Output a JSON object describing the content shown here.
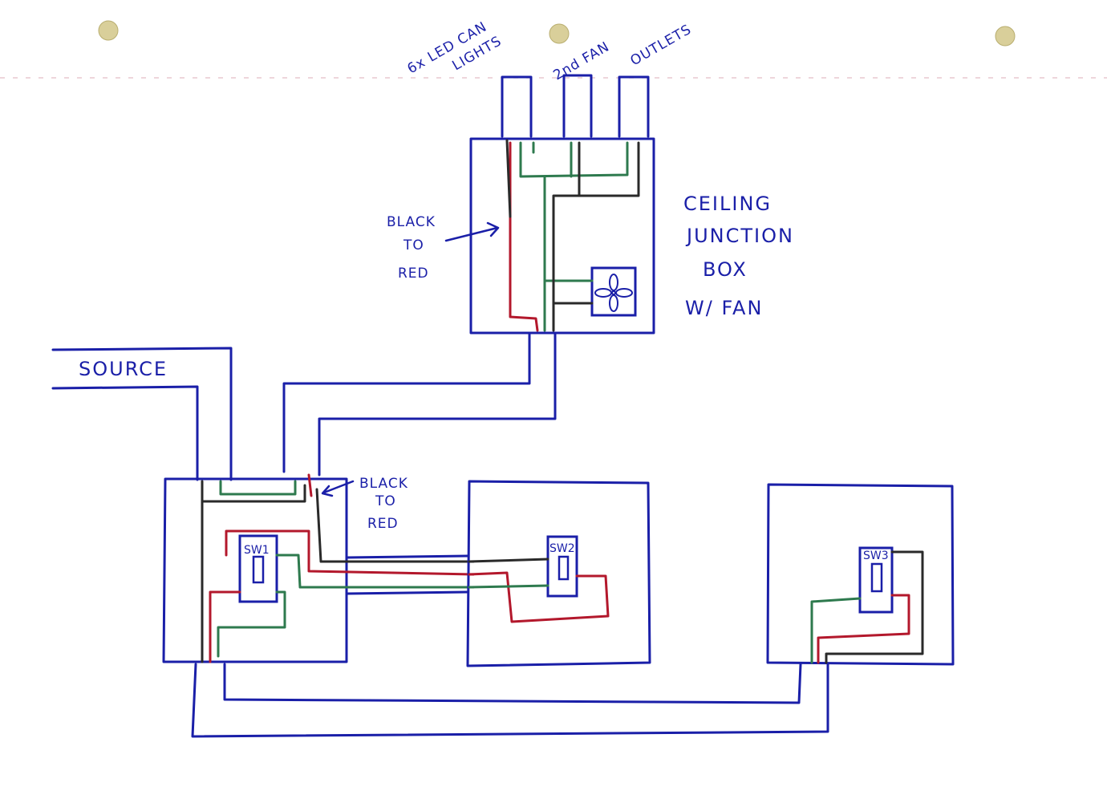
{
  "colors": {
    "paper": "#ffffff",
    "ink_blue": "#1a1fa8",
    "wire_red": "#b3182c",
    "wire_green": "#2e7a4e",
    "wire_black": "#2a2a2a",
    "punch_hole": "#d9cf9a"
  },
  "labels": {
    "led_line1": "6x LED CAN",
    "led_line2": "LIGHTS",
    "fan2": "2nd FAN",
    "outlets": "OUTLETS",
    "ceiling_line1": "CEILING",
    "ceiling_line2": "JUNCTION",
    "ceiling_line3": "BOX",
    "ceiling_line4": "W/ FAN",
    "black_to_red_top_line1": "BLACK",
    "black_to_red_top_line2": "TO",
    "black_to_red_top_line3": "RED",
    "black_to_red_bottom_line1": "BLACK",
    "black_to_red_bottom_line2": "TO",
    "black_to_red_bottom_line3": "RED",
    "source": "SOURCE",
    "sw1": "SW1",
    "sw2": "SW2",
    "sw3": "SW3"
  },
  "icons": {
    "fan": "fan-icon"
  }
}
